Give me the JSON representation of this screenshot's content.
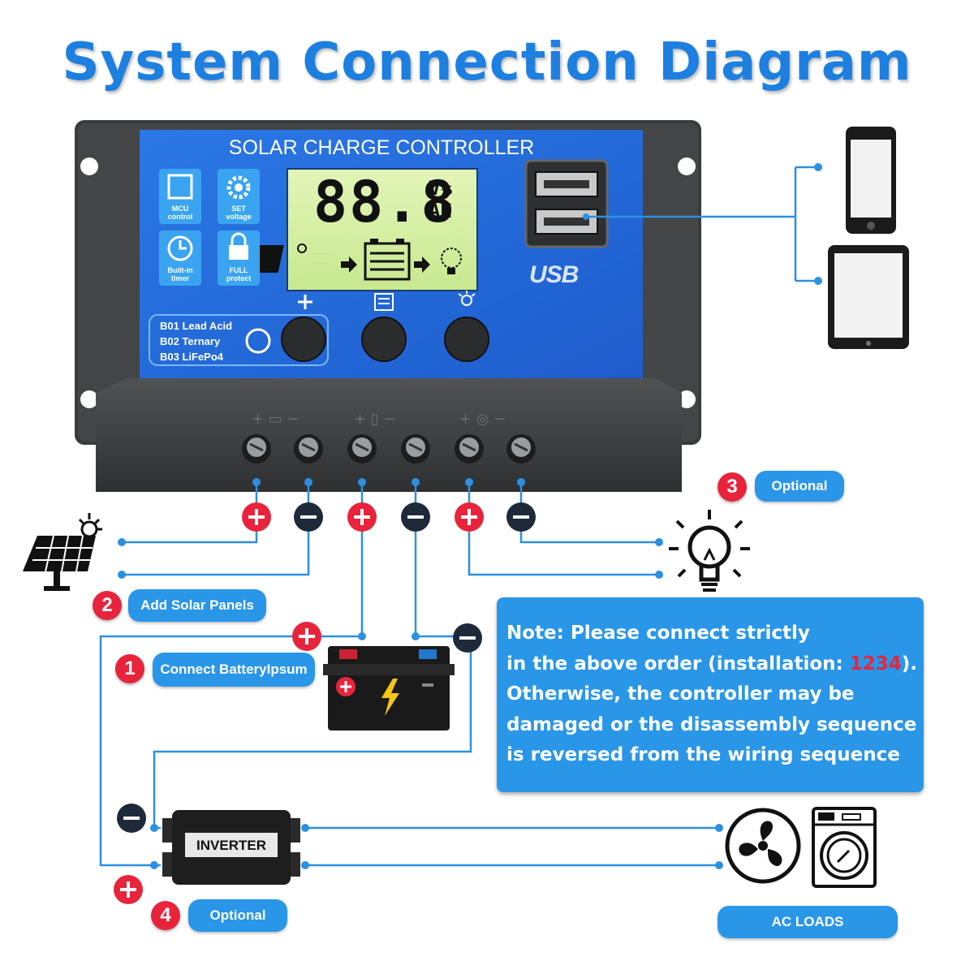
{
  "title": "System Connection Diagram",
  "controller": {
    "title": "SOLAR CHARGE CONTROLLER",
    "lcd_digits": "88.8",
    "lcd_unit_top": "V%",
    "lcd_unit_bottom": "AH",
    "feature_icons": [
      {
        "icon": "mcu-chip-icon",
        "label_line1": "MCU",
        "label_line2": "control"
      },
      {
        "icon": "gear-icon",
        "label_line1": "SET",
        "label_line2": "voltage"
      },
      {
        "icon": "clock-icon",
        "label_line1": "Built-in",
        "label_line2": "timer"
      },
      {
        "icon": "lock-icon",
        "label_line1": "FULL",
        "label_line2": "protect"
      }
    ],
    "battery_modes": [
      "B01 Lead Acid",
      "B02 Ternary",
      "B03 LiFePo4"
    ],
    "button_symbols": [
      "+",
      "menu",
      "light"
    ],
    "usb_label": "USB"
  },
  "labels": {
    "step1": "1",
    "step1_text": "Connect BatteryIpsum",
    "step2": "2",
    "step2_text": "Add Solar Panels",
    "step3": "3",
    "step3_text": "Optional",
    "step4": "4",
    "step4_text": "Optional",
    "ac_loads": "AC LOADS",
    "inverter": "INVERTER"
  },
  "note": {
    "line1": "Note: Please connect strictly",
    "line2_before": "in the above order (installation: ",
    "line2_highlight": "1234",
    "line2_after": ").",
    "line3": "Otherwise, the controller may be",
    "line4": "damaged or the disassembly sequence",
    "line5": "is reversed from the wiring sequence"
  },
  "colors": {
    "accent_blue": "#2996e8",
    "title_blue": "#1d7fe0",
    "wire_blue": "#2c90e0",
    "positive_red": "#e8243c",
    "negative_dark": "#1e2a3a",
    "controller_panel": "#2367d6",
    "lcd_green": "#d6f0a8"
  }
}
